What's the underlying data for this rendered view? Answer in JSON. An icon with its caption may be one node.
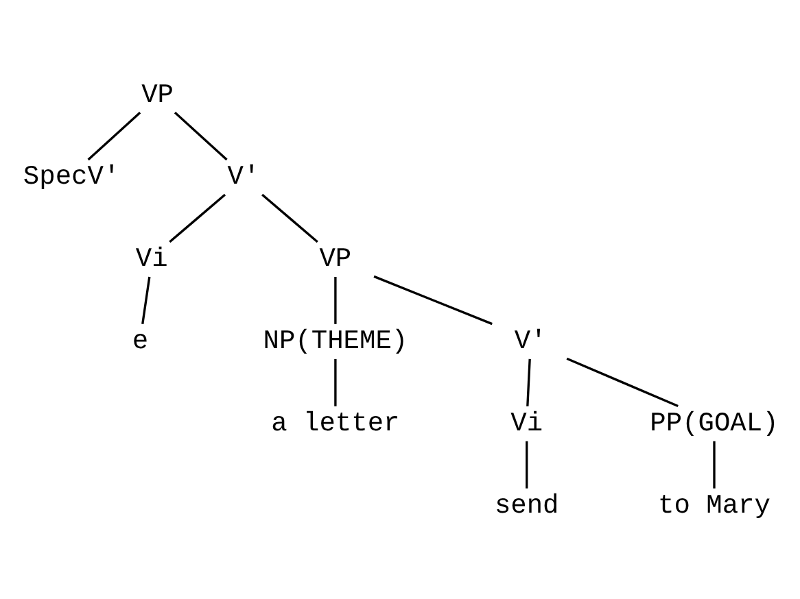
{
  "diagram": {
    "nodes": [
      {
        "text": [
          "VP"
        ]
      },
      {
        "text": [
          "SpecV'"
        ]
      },
      {
        "text": [
          "V'"
        ]
      },
      {
        "text": [
          "Vi"
        ]
      },
      {
        "text": [
          "VP"
        ]
      },
      {
        "text": [
          "e"
        ]
      },
      {
        "text": [
          "NP(THEME)"
        ]
      },
      {
        "text": [
          "V'"
        ]
      },
      {
        "text": [
          "a letter"
        ]
      },
      {
        "text": [
          "Vi"
        ]
      },
      {
        "text": [
          "PP(GOAL)"
        ]
      },
      {
        "text": [
          "send"
        ]
      },
      {
        "text": [
          "to Mary"
        ]
      }
    ],
    "edges": [
      {
        "from": 0,
        "to": 1,
        "arrow": "none"
      },
      {
        "from": 0,
        "to": 2,
        "arrow": "none"
      },
      {
        "from": 2,
        "to": 3,
        "arrow": "none"
      },
      {
        "from": 2,
        "to": 4,
        "arrow": "none"
      },
      {
        "from": 3,
        "to": 5,
        "arrow": "none"
      },
      {
        "from": 4,
        "to": 6,
        "arrow": "none"
      },
      {
        "from": 4,
        "to": 7,
        "arrow": "none"
      },
      {
        "from": 6,
        "to": 8,
        "arrow": "none"
      },
      {
        "from": 7,
        "to": 9,
        "arrow": "none"
      },
      {
        "from": 7,
        "to": 10,
        "arrow": "none"
      },
      {
        "from": 9,
        "to": 11,
        "arrow": "none"
      },
      {
        "from": 10,
        "to": 12,
        "arrow": "none"
      }
    ]
  }
}
